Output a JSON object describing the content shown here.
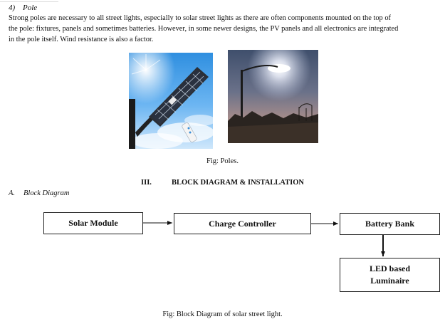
{
  "pole_section": {
    "number": "4)",
    "title": "Pole",
    "paragraph_lines": [
      "Strong poles are necessary to all street lights, especially to solar street lights as there are often components mounted on the top of",
      "the pole: fixtures, panels and sometimes batteries. However, in some newer designs, the PV panels and all electronics are integrated",
      "in the pole itself. Wind resistance is also a factor."
    ]
  },
  "figure_poles": {
    "caption": "Fig: Poles."
  },
  "section_three": {
    "roman": "III.",
    "title": "BLOCK DIAGRAM & INSTALLATION"
  },
  "subsection_a": {
    "letter": "A.",
    "title": "Block Diagram"
  },
  "block_diagram": {
    "solar_module": "Solar Module",
    "charge_controller": "Charge Controller",
    "battery_bank": "Battery Bank",
    "led_line1": "LED based",
    "led_line2": "Luminaire",
    "caption": "Fig: Block Diagram of solar street light."
  }
}
